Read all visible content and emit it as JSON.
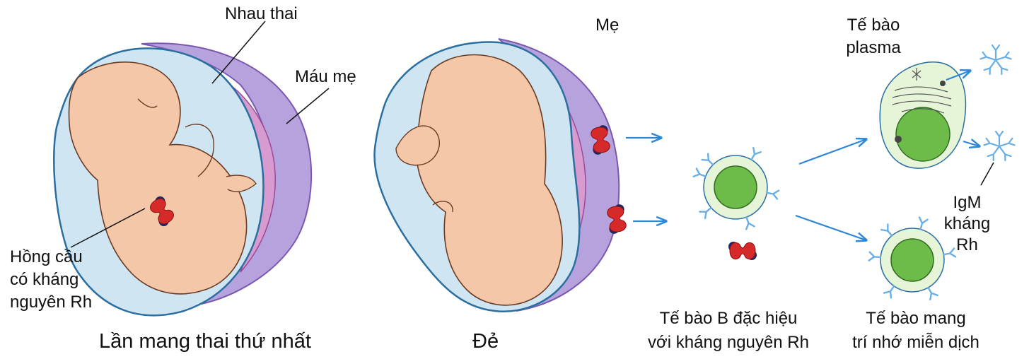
{
  "labels": {
    "placenta": "Nhau thai",
    "maternal_blood": "Máu mẹ",
    "mother": "Mẹ",
    "plasma_cell_1": "Tế bào",
    "plasma_cell_2": "plasma",
    "igm_1": "IgM",
    "igm_2": "kháng",
    "igm_3": "Rh",
    "rbc_1": "Hồng cầu",
    "rbc_2": "có kháng",
    "rbc_3": "nguyên Rh",
    "b_cell_1": "Tế bào B đặc hiệu",
    "b_cell_2": "với kháng nguyên Rh",
    "memory_cell_1": "Tế bào mang",
    "memory_cell_2": "trí nhớ miễn dịch"
  },
  "captions": {
    "first_pregnancy": "Lần mang thai thứ nhất",
    "birth": "Đẻ"
  },
  "colors": {
    "amniotic": "#cfe6f2",
    "sac_outline": "#2a6fa0",
    "fetus": "#f4c7a8",
    "placenta": "#d79bd0",
    "maternal_blood": "#b6a2dd",
    "rbc": "#d62a2a",
    "antigen": "#1e2a66",
    "arrow": "#2d86d8",
    "cell_nucleus": "#6dbb48",
    "cell_cytoplasm": "#e6f4d8",
    "antibody": "#6aaee6"
  },
  "icons": [
    "red-blood-cell-icon",
    "antibody-icon",
    "arrow-icon"
  ]
}
